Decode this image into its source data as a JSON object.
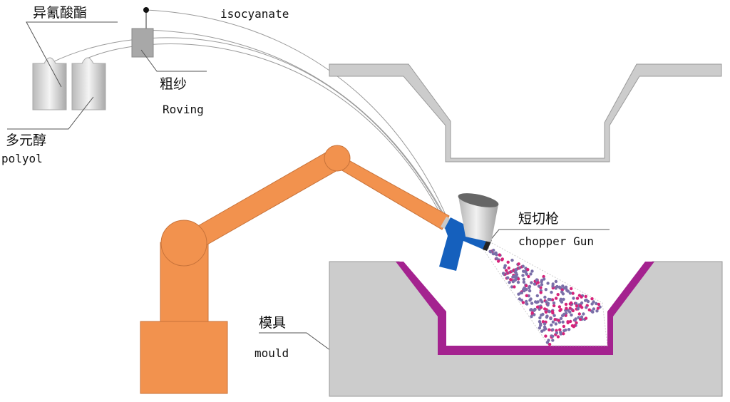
{
  "labels": {
    "isocyanate_cn": "异氰酸酯",
    "isocyanate_en": "isocyanate",
    "roving_cn": "粗纱",
    "roving_en": "Roving",
    "polyol_cn": "多元醇",
    "polyol_en": "polyol",
    "chopper_cn": "短切枪",
    "chopper_en": "chopper Gun",
    "mould_cn": "模具",
    "mould_en": "mould"
  },
  "colors": {
    "robot": "#f2924e",
    "robot_stroke": "#c8733a",
    "gun": "#1565c0",
    "mould": "#cccccc",
    "mould_stroke": "#9a9a9a",
    "laminate": "#a4228f",
    "spray_dot_a": "#7a6fa8",
    "spray_dot_b": "#d6237a"
  }
}
